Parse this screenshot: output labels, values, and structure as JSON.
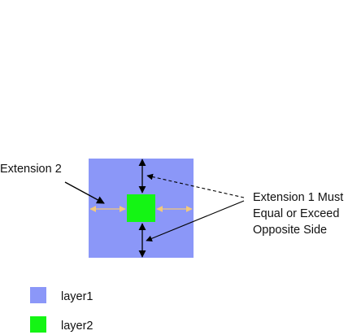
{
  "diagram": {
    "labels": {
      "extension2": "Extension 2",
      "extension1_lines": [
        "Extension 1 Must",
        "Equal or Exceed",
        "Opposite Side"
      ]
    },
    "legend": [
      {
        "name": "layer1",
        "color": "#8b97f8"
      },
      {
        "name": "layer2",
        "color": "#14f514"
      }
    ],
    "colors": {
      "layer1": "#8b97f8",
      "layer2": "#14f514",
      "extension2_arrow": "#f3c97a",
      "extension1_arrow": "#000000"
    }
  }
}
